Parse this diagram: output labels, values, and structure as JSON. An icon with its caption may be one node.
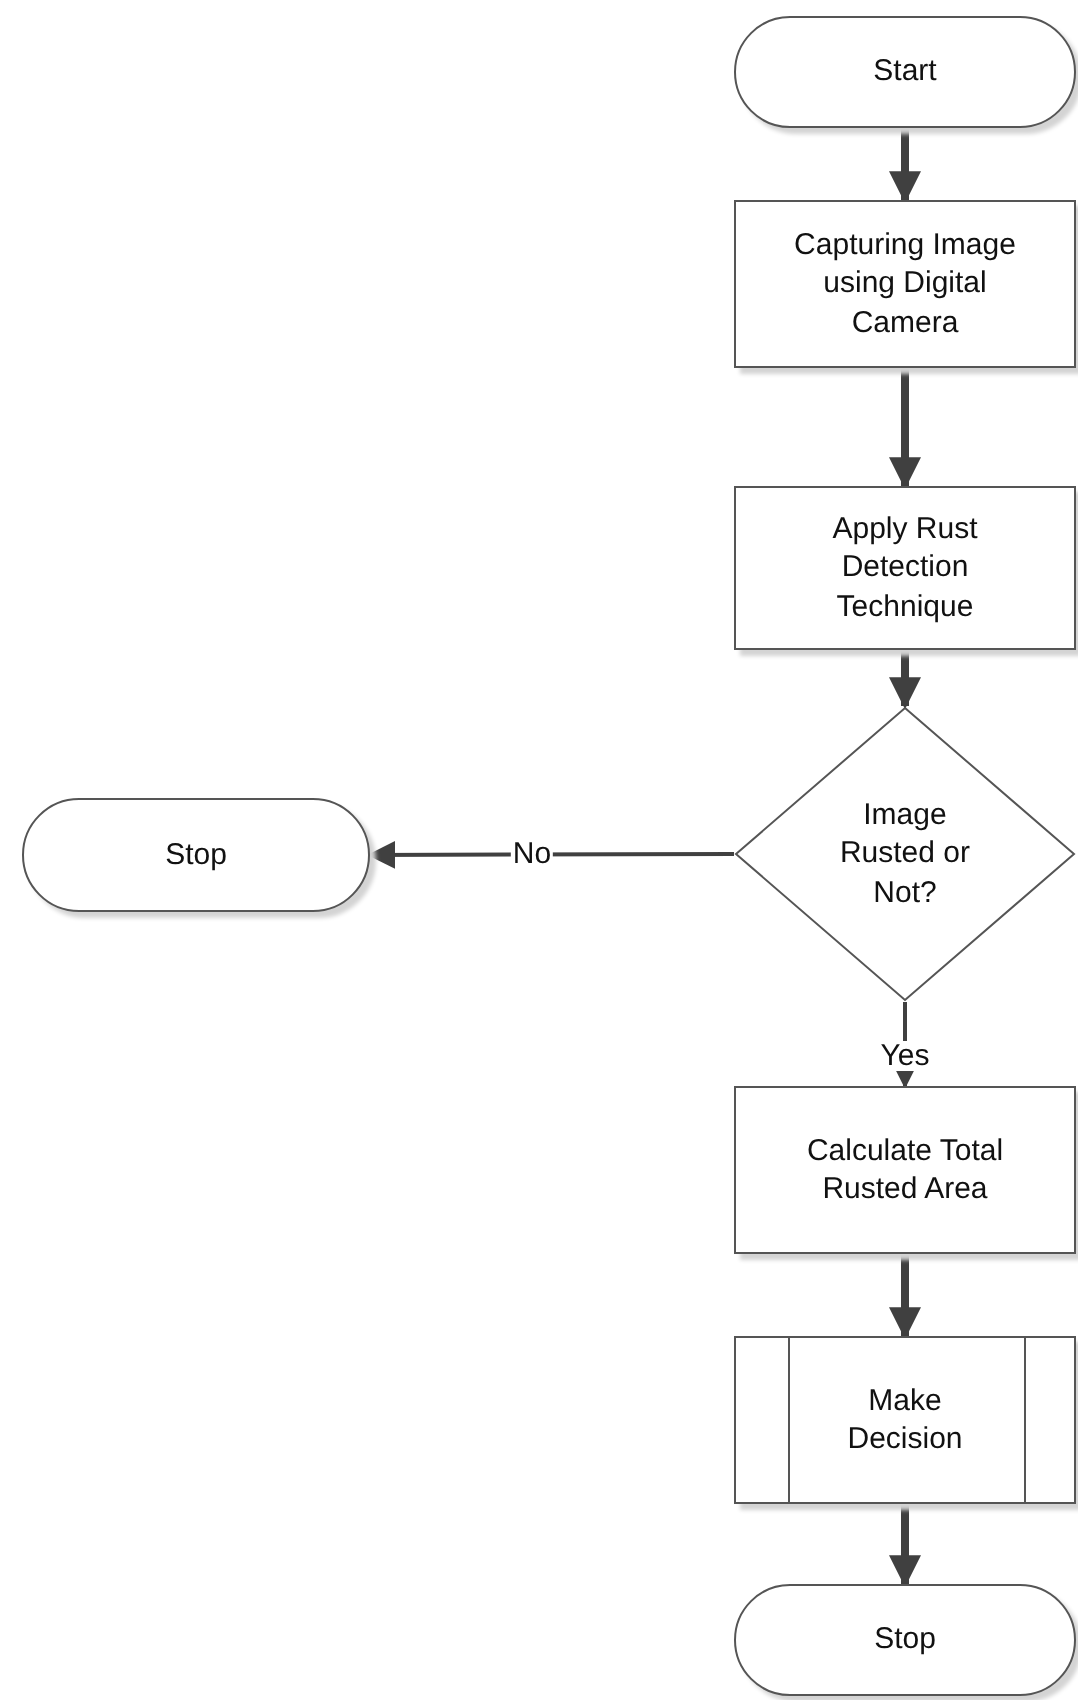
{
  "diagram": {
    "nodes": [
      {
        "text": [
          "Start"
        ]
      },
      {
        "text": [
          "Capturing Image using Digital Camera"
        ]
      },
      {
        "text": [
          "Apply Rust Detection Technique"
        ]
      },
      {
        "text": [
          "Image Rusted or Not?"
        ]
      },
      {
        "text": [
          "Stop"
        ]
      },
      {
        "text": [
          "Calculate Total Rusted Area"
        ]
      },
      {
        "text": [
          "Make Decision"
        ]
      },
      {
        "text": [
          "Stop"
        ]
      }
    ],
    "edges": [
      {
        "from": 0,
        "to": 1,
        "arrow": "to"
      },
      {
        "from": 1,
        "to": 2,
        "arrow": "to"
      },
      {
        "from": 2,
        "to": 3,
        "arrow": "to"
      },
      {
        "from": 3,
        "to": 4,
        "arrow": "to",
        "label": "No"
      },
      {
        "from": 3,
        "to": 5,
        "arrow": "to",
        "label": "Yes"
      },
      {
        "from": 5,
        "to": 6,
        "arrow": "to"
      },
      {
        "from": 6,
        "to": 7,
        "arrow": "to"
      }
    ]
  }
}
